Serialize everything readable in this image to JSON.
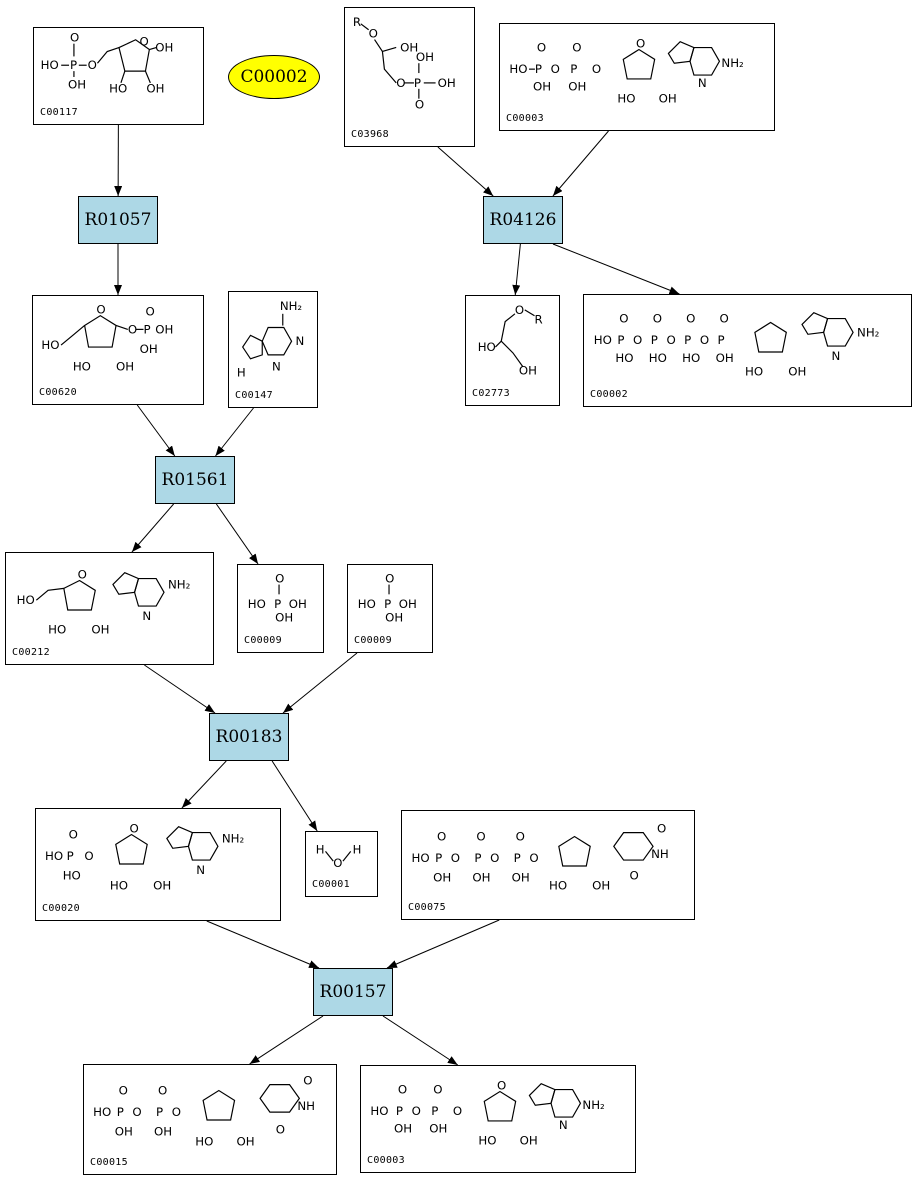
{
  "highlighted_compound": {
    "label": "C00002",
    "color": "#ffff00"
  },
  "reaction_color": "#add8e6",
  "reactions": [
    {
      "key": "R01057",
      "label": "R01057"
    },
    {
      "key": "R04126",
      "label": "R04126"
    },
    {
      "key": "R01561",
      "label": "R01561"
    },
    {
      "key": "R00183",
      "label": "R00183"
    },
    {
      "key": "R00157",
      "label": "R00157"
    }
  ],
  "compounds": [
    {
      "key": "c117",
      "id": "C00117"
    },
    {
      "key": "c3968",
      "id": "C03968"
    },
    {
      "key": "c3",
      "id": "C00003"
    },
    {
      "key": "c620",
      "id": "C00620"
    },
    {
      "key": "c147",
      "id": "C00147"
    },
    {
      "key": "c2773",
      "id": "C02773"
    },
    {
      "key": "c2",
      "id": "C00002"
    },
    {
      "key": "c212",
      "id": "C00212"
    },
    {
      "key": "c9a",
      "id": "C00009"
    },
    {
      "key": "c9b",
      "id": "C00009"
    },
    {
      "key": "c20",
      "id": "C00020"
    },
    {
      "key": "c1",
      "id": "C00001"
    },
    {
      "key": "c75",
      "id": "C00075"
    },
    {
      "key": "c15",
      "id": "C00015"
    },
    {
      "key": "c3b",
      "id": "C00003"
    }
  ],
  "edges": [
    [
      "c117",
      "R01057"
    ],
    [
      "R01057",
      "c620"
    ],
    [
      "c3968",
      "R04126"
    ],
    [
      "c3",
      "R04126"
    ],
    [
      "R04126",
      "c2773"
    ],
    [
      "R04126",
      "c2"
    ],
    [
      "c620",
      "R01561"
    ],
    [
      "c147",
      "R01561"
    ],
    [
      "R01561",
      "c212"
    ],
    [
      "R01561",
      "c9a"
    ],
    [
      "c212",
      "R00183"
    ],
    [
      "c9b",
      "R00183"
    ],
    [
      "R00183",
      "c20"
    ],
    [
      "R00183",
      "c1"
    ],
    [
      "c20",
      "R00157"
    ],
    [
      "c75",
      "R00157"
    ],
    [
      "R00157",
      "c15"
    ],
    [
      "R00157",
      "c3b"
    ]
  ]
}
